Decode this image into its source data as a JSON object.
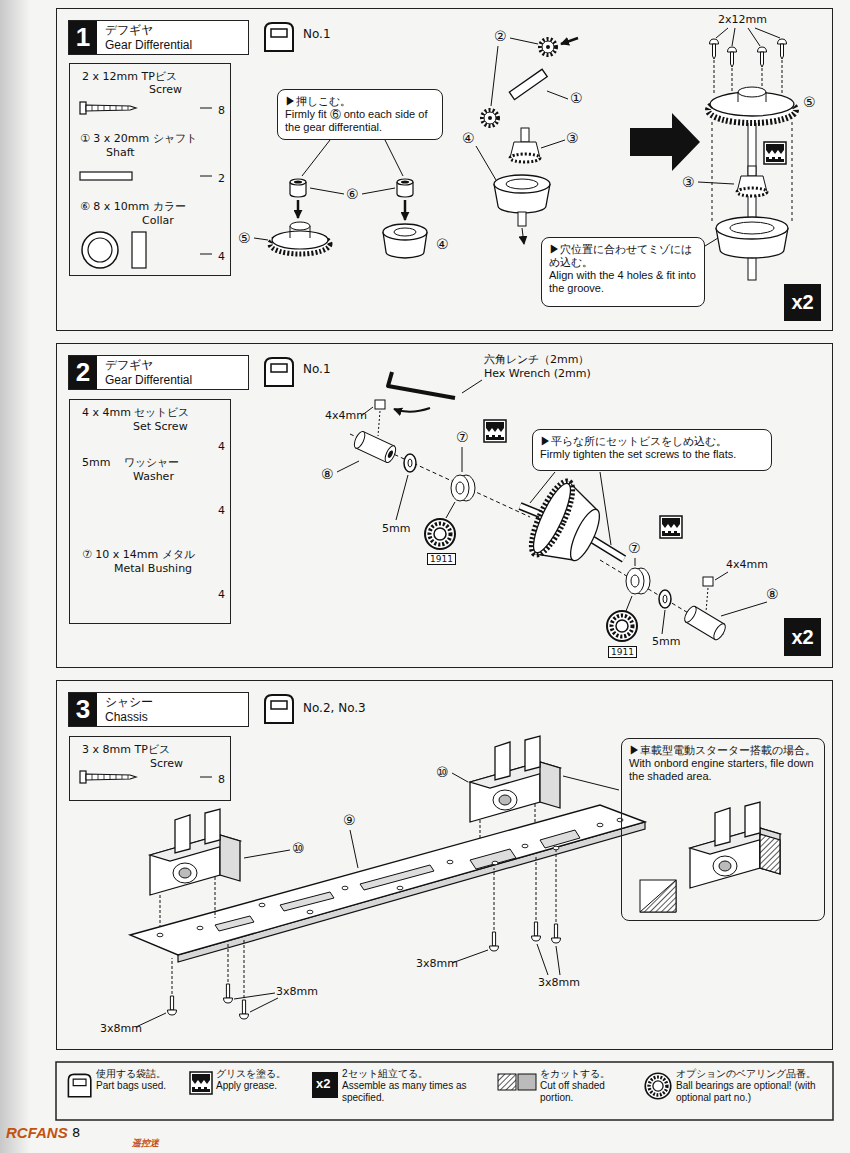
{
  "diagram": {
    "nodes": [
      {
        "text": [
          "1",
          "デフギヤ",
          "Gear Differential"
        ]
      },
      {
        "text": [
          "2 x 12mm TPビス",
          "Screw",
          "8",
          "① 3 x 20mm シャフト",
          "Shaft",
          "2",
          "⑥ 8 x 10mm カラー",
          "Collar",
          "4"
        ],
        "in": 0
      },
      {
        "text": [
          "▶押しこむ。",
          "Firmly fit ⑥ onto each side of the gear differential."
        ],
        "in": 0
      },
      {
        "text": [
          "▶穴位置に合わせてミゾにはめ込む。",
          "Align with the 4 holes & fit into the groove."
        ],
        "in": 0
      },
      {
        "text": [
          "x2"
        ],
        "in": 0
      },
      {
        "text": [
          "2",
          "デフギヤ",
          "Gear Differential"
        ]
      },
      {
        "text": [
          "4 x 4mm セットビス",
          "Set Screw",
          "4",
          "5mm",
          "ワッシャー",
          "Washer",
          "4",
          "⑦ 10 x 14mm メタル",
          "Metal Bushing",
          "4"
        ],
        "in": 5
      },
      {
        "text": [
          "▶平らな所にセットビスをしめ込む。",
          "Firmly tighten the set screws to the flats."
        ],
        "in": 5
      },
      {
        "text": [
          "x2"
        ],
        "in": 5
      },
      {
        "text": [
          "3",
          "シャシー",
          "Chassis"
        ]
      },
      {
        "text": [
          "3 x 8mm TPビス",
          "Screw",
          "8"
        ],
        "in": 9
      },
      {
        "text": [
          "▶車載型電動スターター搭載の場合。",
          "With onbord engine starters, file down the shaded area."
        ],
        "in": 9
      }
    ],
    "labels": [
      "No.1",
      "⑥",
      "⑤",
      "④",
      "②",
      "①",
      "③",
      "④",
      "2x12mm",
      "⑤",
      "③",
      "No.1",
      "六角レンチ（2mm）",
      "Hex Wrench (2mm)",
      "4x4mm",
      "⑦",
      "⑧",
      "5mm",
      "1911",
      "⑦",
      "4x4mm",
      "⑧",
      "5mm",
      "1911",
      "No.2, No.3",
      "⑩",
      "⑩",
      "⑨",
      "3x8mm",
      "3x8mm",
      "3x8mm",
      "3x8mm",
      "x2",
      "RCFANS",
      "8",
      "遥控迷"
    ],
    "legend": [
      {
        "text": "使用する袋詰。 Part bags used."
      },
      {
        "text": "グリスを塗る。 Apply grease."
      },
      {
        "text": "2セット組立てる。 Assemble as many times as specified."
      },
      {
        "text": "をカットする。 Cut off shaded portion."
      },
      {
        "text": "オプションのベアリング品番。 Ball bearings are optional! (with optional part no.)"
      }
    ]
  }
}
